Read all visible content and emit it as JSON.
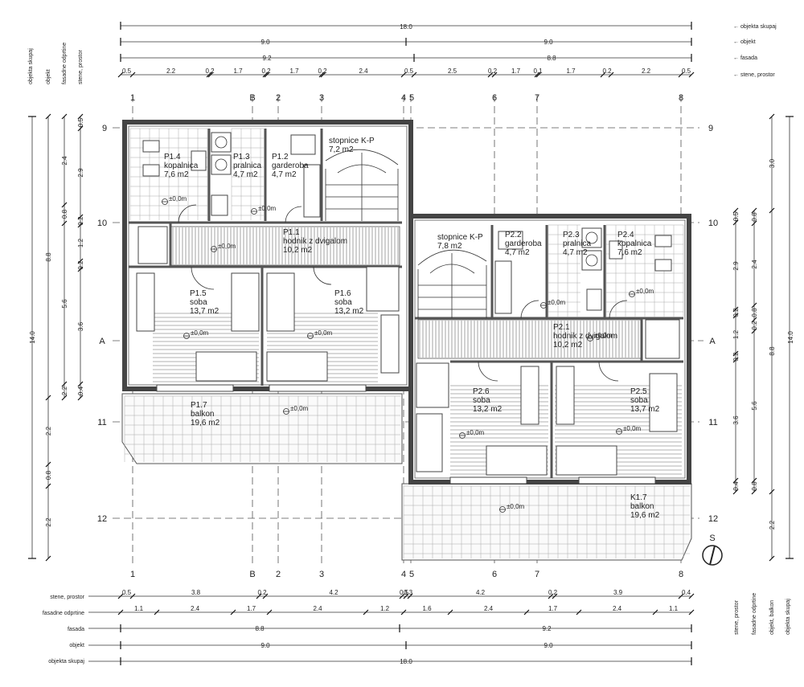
{
  "top_legend": [
    "objekta skupaj",
    "objekt",
    "fasada",
    "stene, prostor"
  ],
  "bottom_legend": [
    "stene, prostor",
    "fasadne odprtine",
    "fasada",
    "objekt",
    "objekta skupaj"
  ],
  "side_legend_left": [
    "objekta skupaj",
    "objekt",
    "fasadne odprtine",
    "stene, prostor"
  ],
  "side_legend_right": [
    "stene, prostor",
    "fasadne odprtine",
    "objekt, balkon",
    "objekta skupaj"
  ],
  "top_dims": {
    "total": "18.0",
    "objekt": [
      "9.0",
      "9.0"
    ],
    "fasada": [
      "9.2",
      "8.8"
    ],
    "stene": [
      "0.5",
      "2.2",
      "0.2",
      "1.7",
      "0.2",
      "1.7",
      "0.2",
      "2.4",
      "0.5",
      "2.5",
      "0.2",
      "1.7",
      "0.1",
      "1.7",
      "0.2",
      "2.2",
      "0.5"
    ]
  },
  "bottom_dims": {
    "stene": [
      "0.5",
      "3.8",
      "0.2",
      "4.2",
      "0.5",
      "0.3",
      "4.2",
      "0.2",
      "3.9",
      "0.4"
    ],
    "odprtine": [
      "1.1",
      "2.4",
      "1.7",
      "2.4",
      "1.2",
      "1.6",
      "2.4",
      "1.7",
      "2.4",
      "1.1"
    ],
    "fasada": [
      "8.8",
      "9.2"
    ],
    "objekt": [
      "9.0",
      "9.0"
    ],
    "total": "18.0"
  },
  "left_dims": {
    "total": "14.0",
    "objekt": [
      "8.8",
      "2.2",
      "0.8",
      "2.2"
    ],
    "odprtine": [
      "2.4",
      "0.8",
      "5.6",
      "2.2"
    ],
    "stene": [
      "0.5",
      "2.9",
      "0.2",
      "1.2",
      "0.2",
      "3.6",
      "0.4"
    ]
  },
  "right_dims": {
    "total": "14.0",
    "objekt": [
      "3.0",
      "8.8",
      "2.2"
    ],
    "odprtine": [
      "0.8",
      "2.4",
      "0.8",
      "0.2",
      "5.6",
      "0.8"
    ],
    "stene": [
      "0.5",
      "2.9",
      "0.2",
      "1.2",
      "0.2",
      "3.6",
      "0.4"
    ]
  },
  "grid_cols": [
    "1",
    "B",
    "2",
    "3",
    "4",
    "5",
    "6",
    "7",
    "8"
  ],
  "grid_rows": [
    "9",
    "10",
    "11",
    "12"
  ],
  "section_labels": [
    "A",
    "A"
  ],
  "north_symbol": "S",
  "rooms": [
    {
      "code": "P1.4",
      "name": "kopalnica",
      "area": "7,6 m2"
    },
    {
      "code": "P1.3",
      "name": "pralnica",
      "area": "4,7 m2"
    },
    {
      "code": "P1.2",
      "name": "garderoba",
      "area": "4,7 m2"
    },
    {
      "code": "stopnice K-P",
      "name": "",
      "area": "7,2 m2"
    },
    {
      "code": "P1.1",
      "name": "hodnik z dvigalom",
      "area": "10,2 m2"
    },
    {
      "code": "P1.5",
      "name": "soba",
      "area": "13,7 m2"
    },
    {
      "code": "P1.6",
      "name": "soba",
      "area": "13,2 m2"
    },
    {
      "code": "P1.7",
      "name": "balkon",
      "area": "19,6 m2"
    },
    {
      "code": "stopnice K-P",
      "name": "",
      "area": "7,8 m2"
    },
    {
      "code": "P2.2",
      "name": "garderoba",
      "area": "4,7 m2"
    },
    {
      "code": "P2.3",
      "name": "pralnica",
      "area": "4,7 m2"
    },
    {
      "code": "P2.4",
      "name": "kopalnica",
      "area": "7,6 m2"
    },
    {
      "code": "P2.1",
      "name": "hodnik z dvigalom",
      "area": "10,2 m2"
    },
    {
      "code": "P2.6",
      "name": "soba",
      "area": "13,2 m2"
    },
    {
      "code": "P2.5",
      "name": "soba",
      "area": "13,7 m2"
    },
    {
      "code": "K1.7",
      "name": "balkon",
      "area": "19,6 m2"
    }
  ],
  "level_mark": "±0,0m"
}
